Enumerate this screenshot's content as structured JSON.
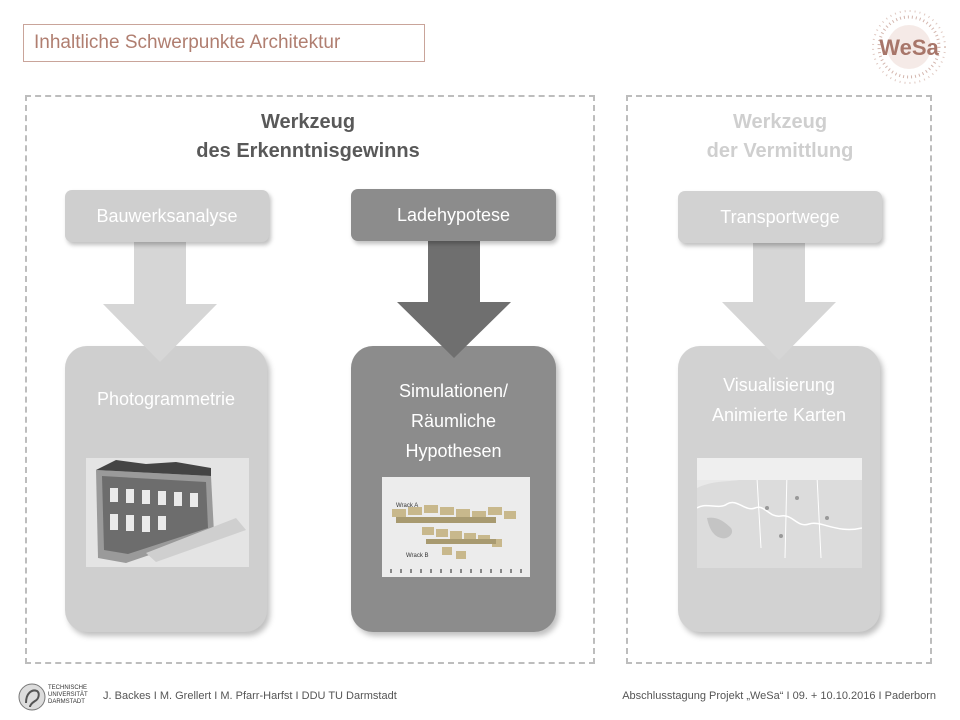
{
  "slide": {
    "title": "Inhaltliche Schwerpunkte Architektur",
    "logo_text": "WeSa"
  },
  "panels": {
    "left": {
      "heading_line1": "Werkzeug",
      "heading_line2": "des Erkenntnisgewinns",
      "columns": [
        {
          "tag": "Bauwerksanalyse",
          "card_lines": [
            "Photogrammetrie"
          ]
        },
        {
          "tag": "Ladehypotese",
          "card_lines": [
            "Simulationen/",
            "Räumliche",
            "Hypothesen"
          ],
          "image_labels": [
            "Wrack A",
            "Wrack B"
          ]
        }
      ]
    },
    "right": {
      "heading_line1": "Werkzeug",
      "heading_line2": "der Vermittlung",
      "columns": [
        {
          "tag": "Transportwege",
          "card_lines": [
            "Visualisierung",
            "Animierte Karten"
          ]
        }
      ]
    }
  },
  "footer": {
    "university_lines": [
      "TECHNISCHE",
      "UNIVERSITÄT",
      "DARMSTADT"
    ],
    "authors": "J. Backes I M. Grellert I M. Pfarr-Harfst I DDU TU Darmstadt",
    "event": "Abschlusstagung Projekt „WeSa“ I 09. + 10.10.2016  I Paderborn"
  },
  "colors": {
    "title_accent": "#b07e70",
    "logo_accent": "#a8766a",
    "light_gray": "#cfcfcf",
    "mid_gray": "#8c8c8c",
    "dark_gray": "#6f6f6f"
  }
}
